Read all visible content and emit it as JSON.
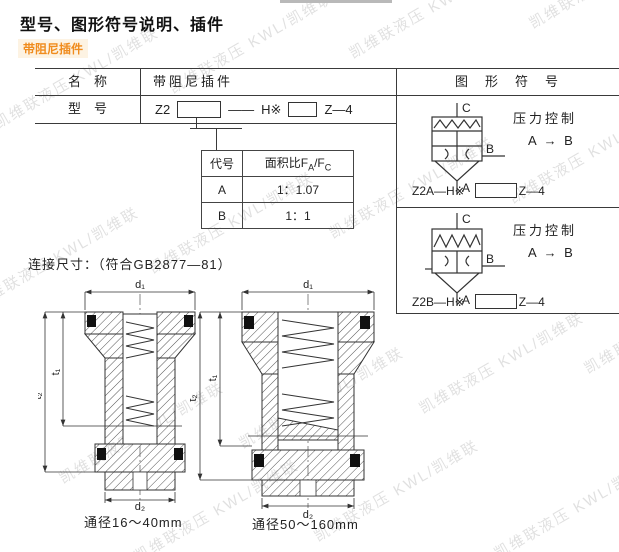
{
  "page": {
    "title": "型号、图形符号说明、插件",
    "section_tag": "带阻尼插件"
  },
  "spec_table": {
    "name_label": "名　称",
    "name_value": "带阻尼插件",
    "model_label": "型　号",
    "model": {
      "prefix": "Z2",
      "dash": "——",
      "mid": "H※",
      "tail": "Z—4"
    }
  },
  "ratio_table": {
    "code_header": "代号",
    "area_label": "面积比F",
    "area_sub_a": "A",
    "area_mid": "/F",
    "area_sub_c": "C",
    "rows": [
      [
        "A",
        "1：1.07"
      ],
      [
        "B",
        "1：1"
      ]
    ]
  },
  "symbol_column": {
    "header": "图　形　符　号",
    "sections": [
      {
        "port_top": "C",
        "port_right": "B",
        "port_bottom": "A",
        "control": "压力控制",
        "flow": "A → B",
        "code": "Z2A—H※",
        "code_tail": "Z—4"
      },
      {
        "port_top": "C",
        "port_right": "B",
        "port_bottom": "A",
        "control": "压力控制",
        "flow": "A → B",
        "code": "Z2B—H※",
        "code_tail": "Z—4"
      }
    ]
  },
  "connection": {
    "heading": "连接尺寸：（符合GB2877—81）",
    "drawings": [
      {
        "caption": "通径16～40mm",
        "d1": "d₁",
        "d2": "d₂",
        "t1": "t₁",
        "t2": "t₂"
      },
      {
        "caption": "通径50～160mm",
        "d1": "d₁",
        "d2": "d₂",
        "t1": "t₁",
        "t2": "t₂"
      }
    ]
  },
  "watermark": {
    "text": "凯维联液压 KWL/凯维联",
    "tiles": [
      [
        -10,
        115
      ],
      [
        165,
        80
      ],
      [
        345,
        45
      ],
      [
        525,
        15
      ],
      [
        -30,
        295
      ],
      [
        145,
        260
      ],
      [
        325,
        225
      ],
      [
        505,
        190
      ],
      [
        55,
        470
      ],
      [
        235,
        435
      ],
      [
        415,
        400
      ],
      [
        580,
        360
      ],
      [
        130,
        548
      ],
      [
        310,
        528
      ],
      [
        490,
        545
      ]
    ]
  },
  "colors": {
    "accent": "#F08C1E",
    "line": "#3A3A3A",
    "watermark": "#DBDBDB"
  }
}
